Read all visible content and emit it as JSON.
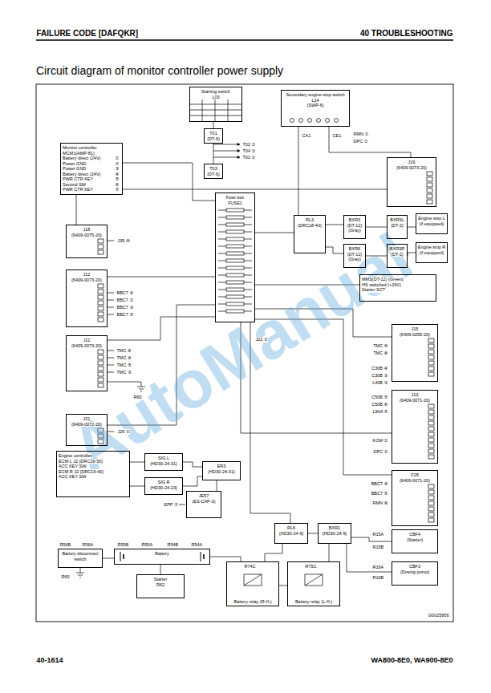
{
  "diagram": {
    "title": "Circuit diagram of monitor controller power supply",
    "nodes": [
      {
        "text": [
          "Starting switch",
          "L03"
        ]
      },
      {
        "text": [
          "T01",
          "(DT-6)"
        ]
      },
      {
        "text": [
          "T03",
          "(DT-6)"
        ]
      },
      {
        "text": [
          "Secondary engine stop switch",
          "L14",
          "(SWP-6)"
        ]
      },
      {
        "text": [
          "Monitor controller",
          "MCM1(AMP-81)",
          "Battery direct (24V)",
          "Power GND",
          "Power GND",
          "Battery direct (24V)",
          "PWR CTR KEY",
          "Second SW",
          "PWR CTR KEY"
        ]
      },
      {
        "text": [
          "J19",
          "(6409-0073-20)"
        ]
      },
      {
        "text": [
          "Fuse box",
          "FUSE1"
        ]
      },
      {
        "text": [
          "RL3",
          "(DRC18-40)"
        ]
      },
      {
        "text": [
          "BXR3",
          "(DT-12)",
          "(Gray)"
        ]
      },
      {
        "text": [
          "BXR9L",
          "(DT-2)"
        ]
      },
      {
        "text": [
          "Engine stop L",
          "(if equipped)"
        ]
      },
      {
        "text": [
          "BXR6",
          "(DT-12)",
          "(Gray)"
        ]
      },
      {
        "text": [
          "BXR9R",
          "(DT-2)"
        ]
      },
      {
        "text": [
          "Engine stop R",
          "(if equipped)"
        ]
      },
      {
        "text": [
          "MMS(DT-12) (Green)",
          "HS switched (+24V)",
          "Starter SCT"
        ]
      },
      {
        "text": [
          "J18",
          "(6409-0075-20)"
        ]
      },
      {
        "text": [
          "J12",
          "(6409-0073-20)"
        ]
      },
      {
        "text": [
          "J11",
          "(6409-0073-20)"
        ]
      },
      {
        "text": [
          "J15",
          "(6409-0255-20)"
        ]
      },
      {
        "text": [
          "J13",
          "(6409-0071-20)"
        ]
      },
      {
        "text": [
          "J21",
          "(6409-0072-20)"
        ]
      },
      {
        "text": [
          "F28",
          "(6409-0071-20)"
        ]
      },
      {
        "text": [
          "Engine controller",
          "ECM L J2 (DRC16-50)",
          "ACC KEY SW",
          "ECM R J2 (DRC16-40)",
          "ACC KEY SW"
        ]
      },
      {
        "text": [
          "SIG L",
          "(HD30-24-31)"
        ]
      },
      {
        "text": [
          "SIG R",
          "(HD30-24-23)"
        ]
      },
      {
        "text": [
          "ER3",
          "(HD30-24-31)"
        ]
      },
      {
        "text": [
          "JE57",
          "(ES-CAP-3)"
        ]
      },
      {
        "text": [
          "RL6",
          "(HD30-24-9)"
        ]
      },
      {
        "text": [
          "BXR1",
          "(HD30-24-9)"
        ]
      },
      {
        "text": [
          "CBF4",
          "(Starter)"
        ]
      },
      {
        "text": [
          "CBF3",
          "(Dosing pump)"
        ]
      },
      {
        "text": [
          "Battery disconnect switch"
        ]
      },
      {
        "text": [
          "Battery"
        ]
      },
      {
        "text": [
          "Starter",
          "R62"
        ]
      },
      {
        "text": [
          "Battery relay (R.H.)"
        ]
      },
      {
        "text": [
          "Battery relay (L.H.)"
        ]
      }
    ],
    "edges": [
      {
        "from": 0,
        "to": 1,
        "arrow": "none"
      },
      {
        "from": 1,
        "to": 2,
        "arrow": "none"
      },
      {
        "from": 4,
        "to": 6,
        "arrow": "none"
      },
      {
        "from": 4,
        "to": 5,
        "arrow": "none"
      },
      {
        "from": 4,
        "to": 15,
        "arrow": "none"
      },
      {
        "from": 3,
        "to": 7,
        "arrow": "none"
      },
      {
        "from": 3,
        "to": 5,
        "arrow": "none"
      },
      {
        "from": 6,
        "to": 7,
        "arrow": "none"
      },
      {
        "from": 7,
        "to": 8,
        "arrow": "none"
      },
      {
        "from": 7,
        "to": 11,
        "arrow": "none"
      },
      {
        "from": 8,
        "to": 9,
        "arrow": "none"
      },
      {
        "from": 9,
        "to": 10,
        "arrow": "none"
      },
      {
        "from": 11,
        "to": 12,
        "arrow": "none"
      },
      {
        "from": 12,
        "to": 13,
        "arrow": "none"
      },
      {
        "from": 6,
        "to": 14,
        "arrow": "none"
      },
      {
        "from": 6,
        "to": 16,
        "arrow": "none"
      },
      {
        "from": 6,
        "to": 17,
        "arrow": "none"
      },
      {
        "from": 6,
        "to": 18,
        "arrow": "none"
      },
      {
        "from": 6,
        "to": 19,
        "arrow": "none"
      },
      {
        "from": 6,
        "to": 20,
        "arrow": "none"
      },
      {
        "from": 6,
        "to": 21,
        "arrow": "none"
      },
      {
        "from": 22,
        "to": 23,
        "arrow": "none"
      },
      {
        "from": 22,
        "to": 24,
        "arrow": "none"
      },
      {
        "from": 23,
        "to": 25,
        "arrow": "none"
      },
      {
        "from": 24,
        "to": 25,
        "arrow": "none"
      },
      {
        "from": 25,
        "to": 26,
        "arrow": "none"
      },
      {
        "from": 6,
        "to": 27,
        "arrow": "none"
      },
      {
        "from": 27,
        "to": 28,
        "arrow": "none"
      },
      {
        "from": 28,
        "to": 29,
        "arrow": "none"
      },
      {
        "from": 28,
        "to": 30,
        "arrow": "none"
      },
      {
        "from": 31,
        "to": 32,
        "arrow": "none"
      },
      {
        "from": 32,
        "to": 33,
        "arrow": "none"
      },
      {
        "from": 32,
        "to": 34,
        "arrow": "none"
      },
      {
        "from": 34,
        "to": 35,
        "arrow": "none"
      },
      {
        "from": 34,
        "to": 27,
        "arrow": "none"
      },
      {
        "from": 35,
        "to": 28,
        "arrow": "none"
      }
    ],
    "labels": [
      "FAILURE CODE [DAFQKR]",
      "40 TROUBLESHOOTING",
      "AutoManual",
      "G0025956",
      "40-1614",
      "WA800-8E0, WA900-8E0",
      "T02 ②",
      "T04 ②",
      "T02 ①",
      "CA1",
      "CE1",
      "RMN ①",
      "DPC ①",
      "①",
      "②",
      "③",
      "④",
      "⑤",
      "⑥",
      "⑦",
      "J35 ⑩",
      "BBC7 ④",
      "BBC7 ②",
      "BBC7 ③",
      "BBC7 ⑤",
      "TMC ⑥",
      "TMC ④",
      "TMC ⑤",
      "TMC ③",
      "R60",
      "J22 ①",
      "J29 ①",
      "TMC ⑩",
      "TMC ⑧",
      "C30B ④",
      "C30B ③",
      "L40B ③",
      "C50B ⑤",
      "C50B ⑥",
      "L90A ⑤",
      "KOM ①",
      "DPC ②",
      "BBC7 ⑨",
      "BBC7 ⑤",
      "RMN ⑧",
      "EPP ⑦",
      "R56B",
      "R56A",
      "R60",
      "R55B",
      "R55A",
      "R54B",
      "R54A",
      "R74C",
      "R75C",
      "R15A",
      "R15B",
      "R16A",
      "R16B"
    ]
  }
}
